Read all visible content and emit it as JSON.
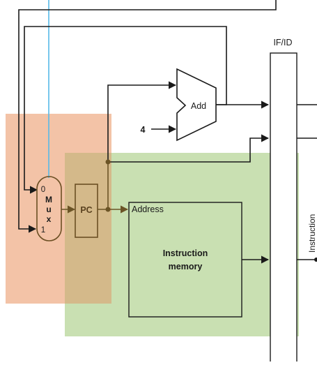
{
  "diagram": {
    "pipeline_register": {
      "label": "IF/ID"
    },
    "adder": {
      "label": "Add"
    },
    "constant": {
      "label": "4"
    },
    "mux": {
      "letters": [
        "M",
        "u",
        "x"
      ],
      "input_0": "0",
      "input_1": "1"
    },
    "pc": {
      "label": "PC"
    },
    "instruction_memory": {
      "address_label": "Address",
      "title_line1": "Instruction",
      "title_line2": "memory"
    },
    "output_label": "Instruction",
    "colors": {
      "highlight_orange": "#f3c3a7",
      "highlight_green": "#c9e0b2",
      "overlap": "#d4b98a",
      "wire": "#1a1a1a",
      "pc_wire": "#6b5426",
      "pc_box_stroke": "#6b4f23",
      "blue_wire": "#56b9e8"
    }
  }
}
